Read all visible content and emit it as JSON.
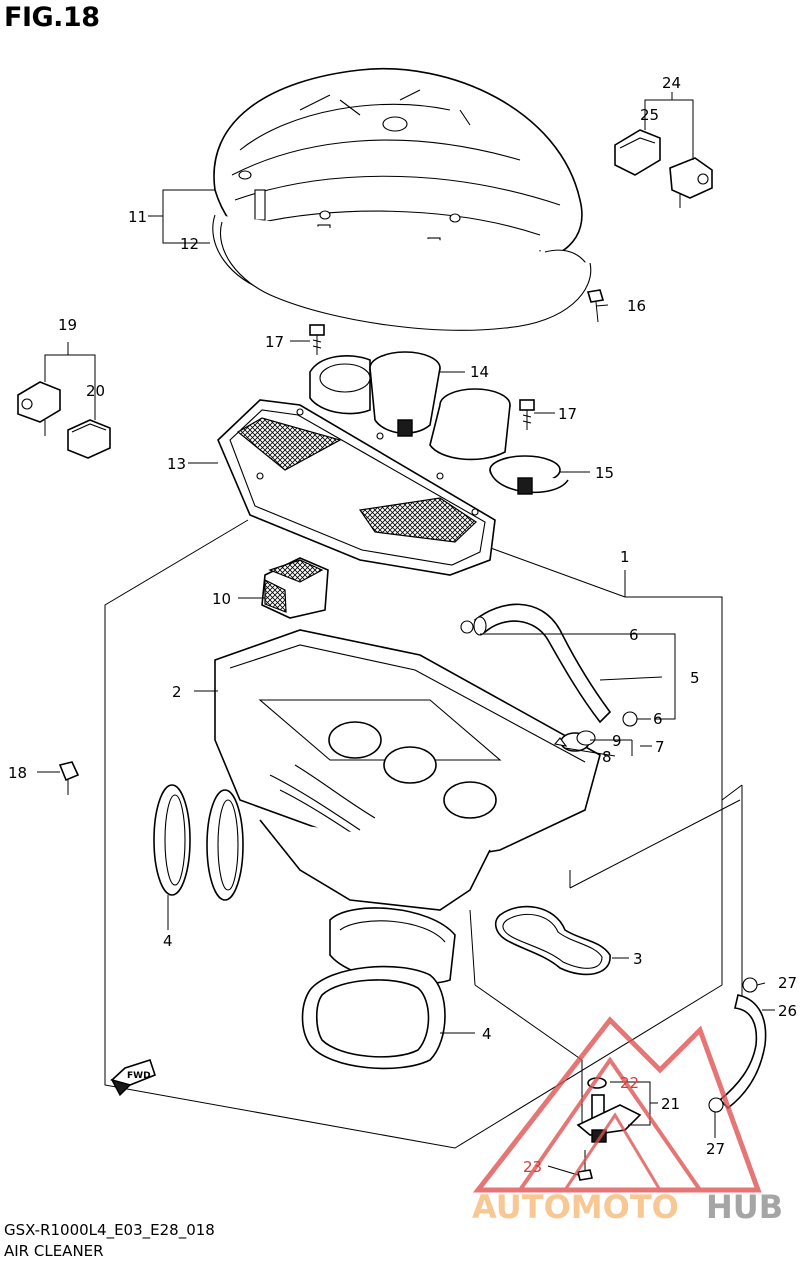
{
  "figure": {
    "title": "FIG.18"
  },
  "footer": {
    "model_code": "GSX-R1000L4_E03_E28_018",
    "section_name": "AIR CLEANER"
  },
  "watermark": {
    "text_a": "AUTOMOTO",
    "text_b": "HUB",
    "color_a": "#f5b877",
    "color_b": "#8d8d8d",
    "triangle_color": "#e05050"
  },
  "direction_badge": "FWD",
  "callouts": {
    "n1": "1",
    "n2": "2",
    "n3": "3",
    "n4a": "4",
    "n4b": "4",
    "n5": "5",
    "n6a": "6",
    "n6b": "6",
    "n7": "7",
    "n8": "8",
    "n9": "9",
    "n10": "10",
    "n11": "11",
    "n12": "12",
    "n13": "13",
    "n14": "14",
    "n15": "15",
    "n16": "16",
    "n17a": "17",
    "n17b": "17",
    "n18": "18",
    "n19": "19",
    "n20": "20",
    "n21": "21",
    "n22": "22",
    "n23": "23",
    "n24": "24",
    "n25": "25",
    "n26": "26",
    "n27a": "27",
    "n27b": "27"
  }
}
